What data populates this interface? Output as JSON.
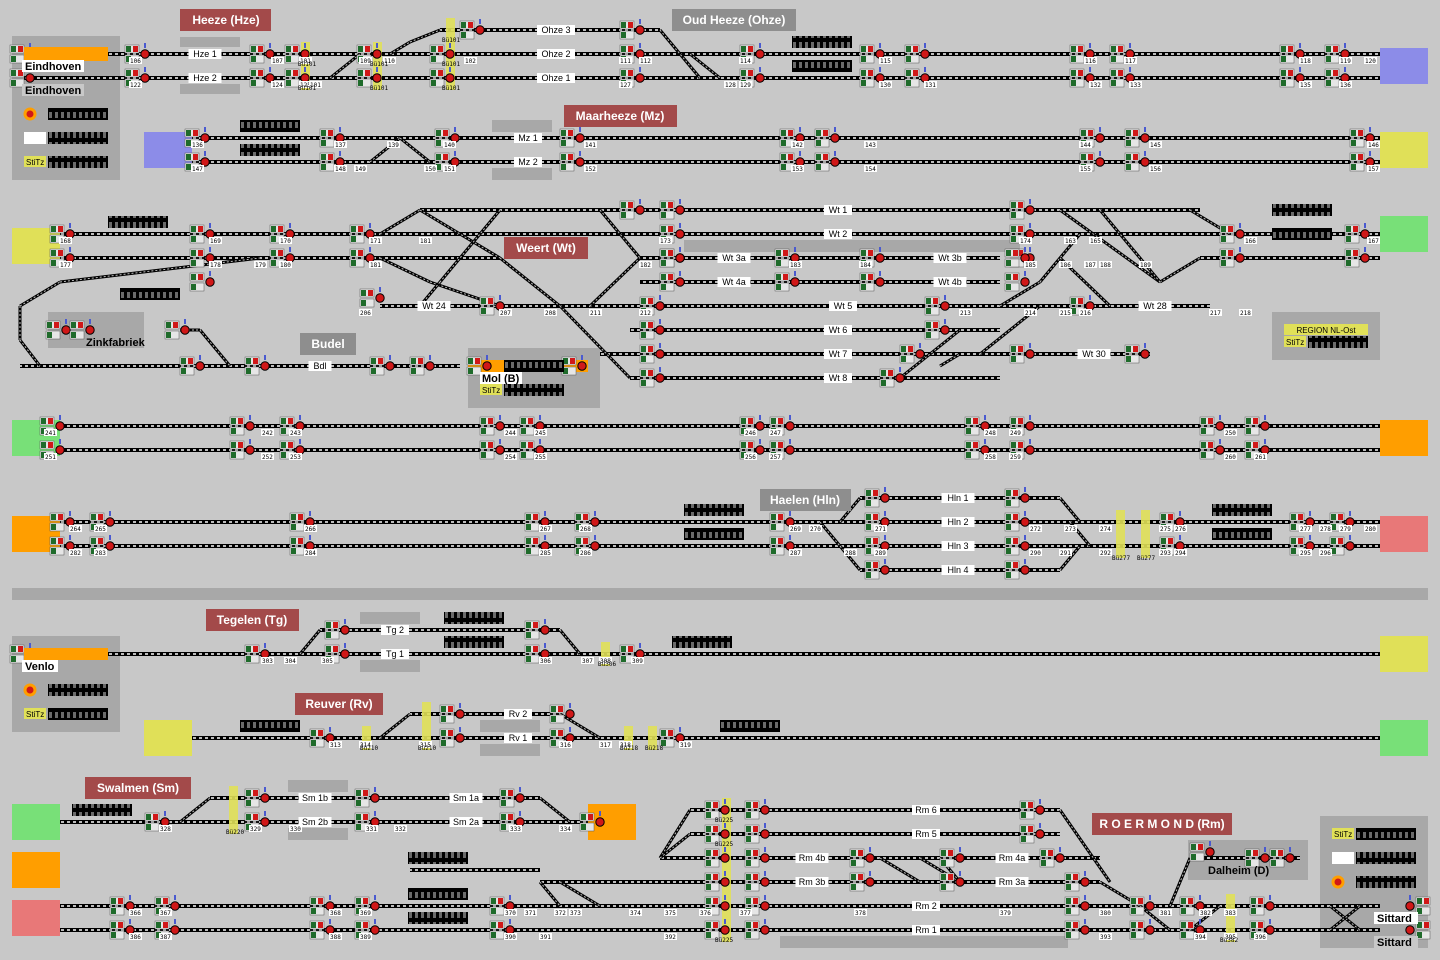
{
  "colors": {
    "background": "#c8c8c8",
    "station_box": "#a34a4a",
    "panel_grey": "#a8a8a8",
    "track": "#000000",
    "signal_red": "#d01818",
    "signal_green": "#1f6b2b",
    "yellow_block": "#e0e058",
    "blue_block": "#8c8ce8",
    "green_block": "#78e078",
    "orange_block": "#ff9e00",
    "pink_block": "#e87878"
  },
  "stations": [
    {
      "id": "heeze",
      "name": "Heeze (Hze)"
    },
    {
      "id": "oud_heeze",
      "name": "Oud Heeze (Ohze)"
    },
    {
      "id": "maarheeze",
      "name": "Maarheeze (Mz)"
    },
    {
      "id": "weert",
      "name": "Weert (Wt)"
    },
    {
      "id": "budel",
      "name": "Budel"
    },
    {
      "id": "haelen",
      "name": "Haelen (Hln)"
    },
    {
      "id": "tegelen",
      "name": "Tegelen (Tg)"
    },
    {
      "id": "reuver",
      "name": "Reuver (Rv)"
    },
    {
      "id": "swalmen",
      "name": "Swalmen (Sm)"
    },
    {
      "id": "roermond",
      "name": "R O E R M O N D (Rm)"
    }
  ],
  "places": {
    "eindhoven_1": "Eindhoven",
    "eindhoven_2": "Eindhoven",
    "zinkfabriek": "Zinkfabriek",
    "mol": "Mol (B)",
    "venlo": "Venlo",
    "dalheim": "Dalheim (D)",
    "sittard_1": "Sittard",
    "sittard_2": "Sittard",
    "region": "REGION NL-Ost"
  },
  "stitz_labels": [
    "StiTz",
    "StiTz",
    "StiTz",
    "StiTz",
    "StiTz"
  ],
  "tracks": {
    "hze1": "Hze 1",
    "hze2": "Hze 2",
    "ohze3": "Ohze 3",
    "ohze2": "Ohze 2",
    "ohze1": "Ohze 1",
    "mz1": "Mz 1",
    "mz2": "Mz 2",
    "wt1": "Wt 1",
    "wt2": "Wt 2",
    "wt3a": "Wt 3a",
    "wt3b": "Wt 3b",
    "wt4a": "Wt 4a",
    "wt4b": "Wt 4b",
    "wt24": "Wt 24",
    "wt5": "Wt 5",
    "wt28": "Wt 28",
    "wt6": "Wt 6",
    "wt7": "Wt 7",
    "wt30": "Wt 30",
    "wt8": "Wt 8",
    "bdl": "Bdl",
    "hln1": "Hln 1",
    "hln2": "Hln 2",
    "hln3": "Hln 3",
    "hln4": "Hln 4",
    "tg2": "Tg 2",
    "tg1": "Tg 1",
    "rv2": "Rv 2",
    "rv1": "Rv 1",
    "sm1b": "Sm 1b",
    "sm1a": "Sm 1a",
    "sm2b": "Sm 2b",
    "sm2a": "Sm 2a",
    "rm6": "Rm 6",
    "rm5": "Rm 5",
    "rm4b": "Rm 4b",
    "rm4a": "Rm 4a",
    "rm3b": "Rm 3b",
    "rm3a": "Rm 3a",
    "rm2": "Rm 2",
    "rm1": "Rm 1"
  },
  "signal_numbers": {
    "r1": [
      "106",
      "107",
      "101",
      "109",
      "110",
      "102",
      "111",
      "112",
      "114",
      "115",
      "116",
      "117",
      "118",
      "119",
      "120"
    ],
    "r2": [
      "122",
      "124",
      "125",
      "101",
      "128",
      "127",
      "129",
      "130",
      "131",
      "132",
      "133",
      "135",
      "136"
    ],
    "r3": [
      "136",
      "137",
      "139",
      "140",
      "141",
      "142",
      "143",
      "144",
      "145",
      "146"
    ],
    "r4": [
      "147",
      "148",
      "149",
      "150",
      "151",
      "152",
      "153",
      "154",
      "155",
      "156",
      "157"
    ],
    "r5": [
      "168",
      "169",
      "170",
      "171",
      "181",
      "173",
      "174",
      "163",
      "165",
      "166",
      "167"
    ],
    "r6": [
      "177",
      "178",
      "179",
      "180",
      "181",
      "182",
      "183",
      "184",
      "185",
      "186",
      "187",
      "188",
      "189"
    ],
    "r7": [
      "206",
      "207",
      "208",
      "211",
      "212",
      "213",
      "214",
      "215",
      "216",
      "217",
      "218"
    ],
    "r8": [
      "241",
      "242",
      "243",
      "244",
      "245",
      "246",
      "247",
      "248",
      "249",
      "250"
    ],
    "r9": [
      "251",
      "252",
      "253",
      "254",
      "255",
      "256",
      "257",
      "258",
      "259",
      "260",
      "261"
    ],
    "r10": [
      "264",
      "265",
      "266",
      "267",
      "268",
      "269",
      "270",
      "271",
      "272",
      "273",
      "274",
      "275",
      "276",
      "277",
      "278",
      "279",
      "280"
    ],
    "r11": [
      "282",
      "283",
      "284",
      "285",
      "286",
      "287",
      "288",
      "289",
      "290",
      "291",
      "292",
      "293",
      "294",
      "295",
      "296"
    ],
    "r12": [
      "303",
      "304",
      "305",
      "306",
      "307",
      "308",
      "309"
    ],
    "r13": [
      "313",
      "314",
      "315",
      "316",
      "317",
      "318",
      "319"
    ],
    "r14": [
      "328",
      "329",
      "330",
      "331",
      "332",
      "333",
      "334"
    ],
    "r15": [
      "366",
      "367",
      "368",
      "369",
      "370",
      "371",
      "372",
      "373",
      "374",
      "375",
      "376",
      "377",
      "378",
      "379",
      "380",
      "381",
      "382",
      "383"
    ],
    "r16": [
      "386",
      "387",
      "388",
      "389",
      "390",
      "391",
      "392",
      "393",
      "394",
      "395",
      "396"
    ]
  },
  "block_labels": {
    "bu101": "Bü101",
    "bu210": "Bü210",
    "bu218": "Bü218",
    "bu220": "Bü220",
    "bu225": "Bü225",
    "bu277": "Bü277",
    "bu306": "Bü306",
    "bu382": "Bü382"
  }
}
